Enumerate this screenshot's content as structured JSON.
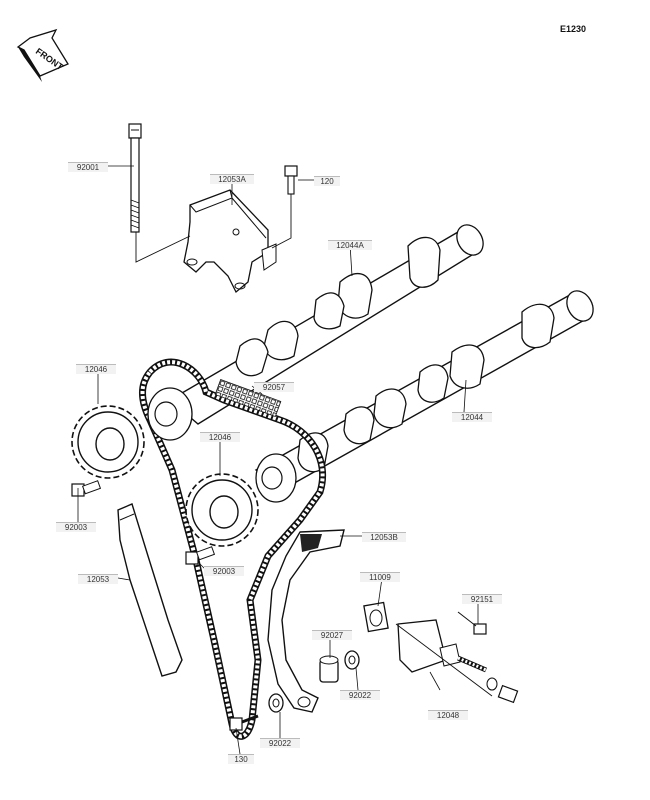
{
  "diagram_code": "E1230",
  "front_label": "FRONT",
  "parts": [
    {
      "id": "p-92001",
      "number": "92001"
    },
    {
      "id": "p-12053a",
      "number": "12053A"
    },
    {
      "id": "p-120",
      "number": "120"
    },
    {
      "id": "p-12044a",
      "number": "12044A"
    },
    {
      "id": "p-12046-upper",
      "number": "12046"
    },
    {
      "id": "p-92057",
      "number": "92057"
    },
    {
      "id": "p-12046-lower",
      "number": "12046"
    },
    {
      "id": "p-12044",
      "number": "12044"
    },
    {
      "id": "p-92003-left",
      "number": "92003"
    },
    {
      "id": "p-12053b",
      "number": "12053B"
    },
    {
      "id": "p-92003-mid",
      "number": "92003"
    },
    {
      "id": "p-11009",
      "number": "11009"
    },
    {
      "id": "p-12053",
      "number": "12053"
    },
    {
      "id": "p-92151",
      "number": "92151"
    },
    {
      "id": "p-92027",
      "number": "92027"
    },
    {
      "id": "p-92022-right",
      "number": "92022"
    },
    {
      "id": "p-12048",
      "number": "12048"
    },
    {
      "id": "p-92022-bottom",
      "number": "92022"
    },
    {
      "id": "p-130",
      "number": "130"
    }
  ]
}
